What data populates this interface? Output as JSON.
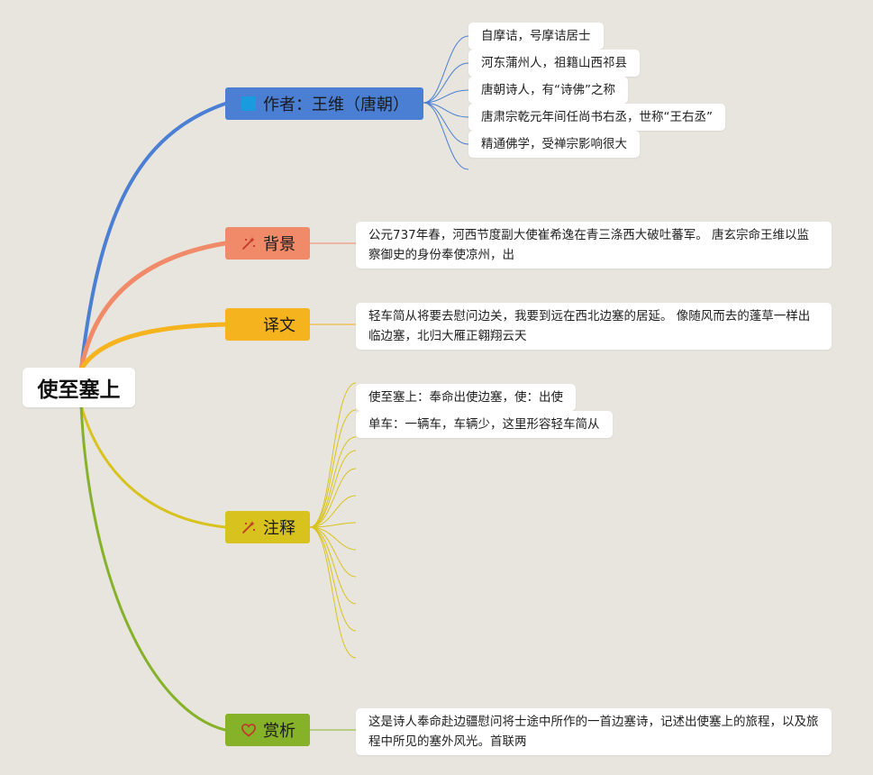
{
  "root": {
    "label": "使至塞上"
  },
  "branches": {
    "author": {
      "label": "作者：王维（唐朝）",
      "color": "#4a7fd4",
      "icon": "blue-square-icon",
      "items": [
        "自摩诘，号摩诘居士",
        "河东蒲州人，祖籍山西祁县",
        "唐朝诗人，有“诗佛”之称",
        "唐肃宗乾元年间任尚书右丞，世称“王右丞”",
        "精通佛学，受禅宗影响很大"
      ]
    },
    "background": {
      "label": "背景",
      "color": "#f08a68",
      "icon": "sparkle-icon",
      "text": "公元737年春，河西节度副大使崔希逸在青三涤西大破吐蕃军。 唐玄宗命王维以监察御史的身份奉使凉州，出"
    },
    "translation": {
      "label": "译文",
      "color": "#f5b31e",
      "text": "轻车简从将要去慰问边关，我要到远在西北边塞的居延。 像随风而去的蓬草一样出临边塞，北归大雁正翱翔云天"
    },
    "notes": {
      "label": "注释",
      "color": "#d8c21e",
      "icon": "sparkle-icon",
      "items": [
        "使至塞上：奉命出使边塞，使：出使",
        "单车：一辆车，车辆少，这里形容轻车简从"
      ]
    },
    "appreciation": {
      "label": "赏析",
      "color": "#86b22a",
      "icon": "heart-icon",
      "text": "这是诗人奉命赴边疆慰问将士途中所作的一首边塞诗，记述出使塞上的旅程，以及旅程中所见的塞外风光。首联两"
    }
  }
}
